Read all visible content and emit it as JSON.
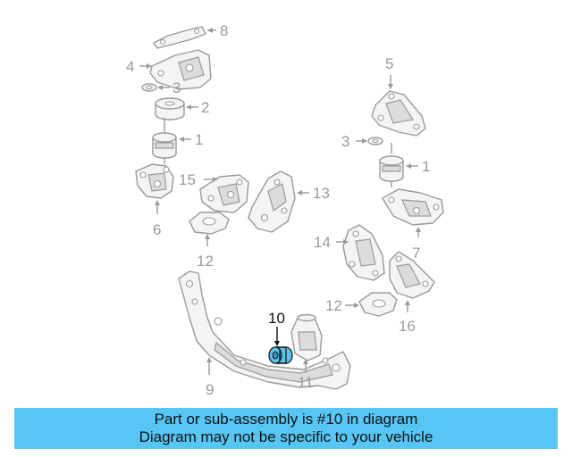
{
  "diagram": {
    "callouts": {
      "c8": "8",
      "c4": "4",
      "c3a": "3",
      "c2": "2",
      "c1a": "1",
      "c15": "15",
      "c13": "13",
      "c6": "6",
      "c12a": "12",
      "c5": "5",
      "c3b": "3",
      "c1b": "1",
      "c7": "7",
      "c14": "14",
      "c12b": "12",
      "c16": "16",
      "c10": "10",
      "c9": "9",
      "c11": "11"
    },
    "highlighted_part": "10",
    "colors": {
      "highlight": "#5cc4ee",
      "line": "#9a9a9a",
      "banner": "#56c6f4"
    }
  },
  "banner": {
    "line1": "Part or sub-assembly is #10 in diagram",
    "line2": "Diagram may not be specific to your vehicle"
  }
}
